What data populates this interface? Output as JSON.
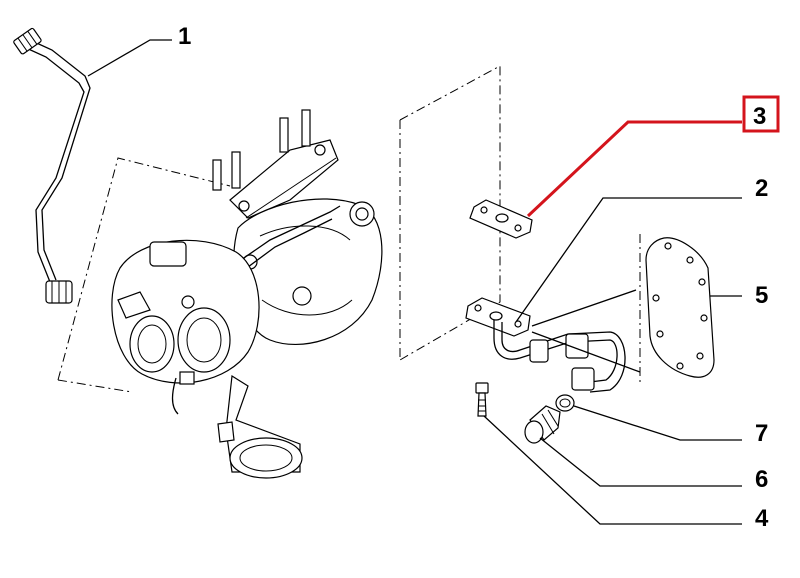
{
  "callouts": {
    "c1": "1",
    "c2": "2",
    "c3": "3",
    "c4": "4",
    "c5": "5",
    "c6": "6",
    "c7": "7"
  },
  "highlighted_callout": "3",
  "colors": {
    "highlight": "#d4141c",
    "line": "#000000",
    "background": "#ffffff"
  }
}
